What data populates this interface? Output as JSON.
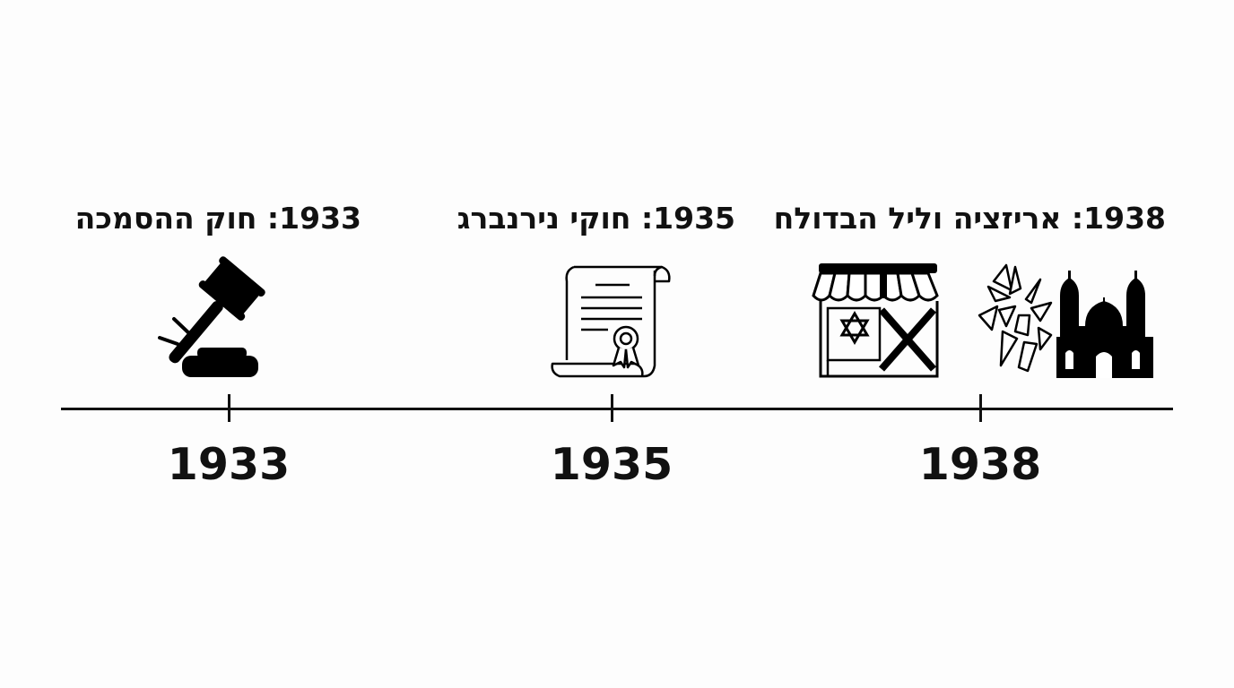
{
  "timeline": {
    "events": [
      {
        "year": "1933",
        "title": "1933: חוק ההסמכה",
        "icon": "gavel-icon"
      },
      {
        "year": "1935",
        "title": "1935: חוקי נירנברג",
        "icon": "scroll-certificate-icon"
      },
      {
        "year": "1938",
        "title": "1938: אריזציה וליל הבדולח",
        "icons": [
          "closed-shop-star-of-david-icon",
          "shattered-glass-icon",
          "synagogue-icon"
        ]
      }
    ]
  }
}
